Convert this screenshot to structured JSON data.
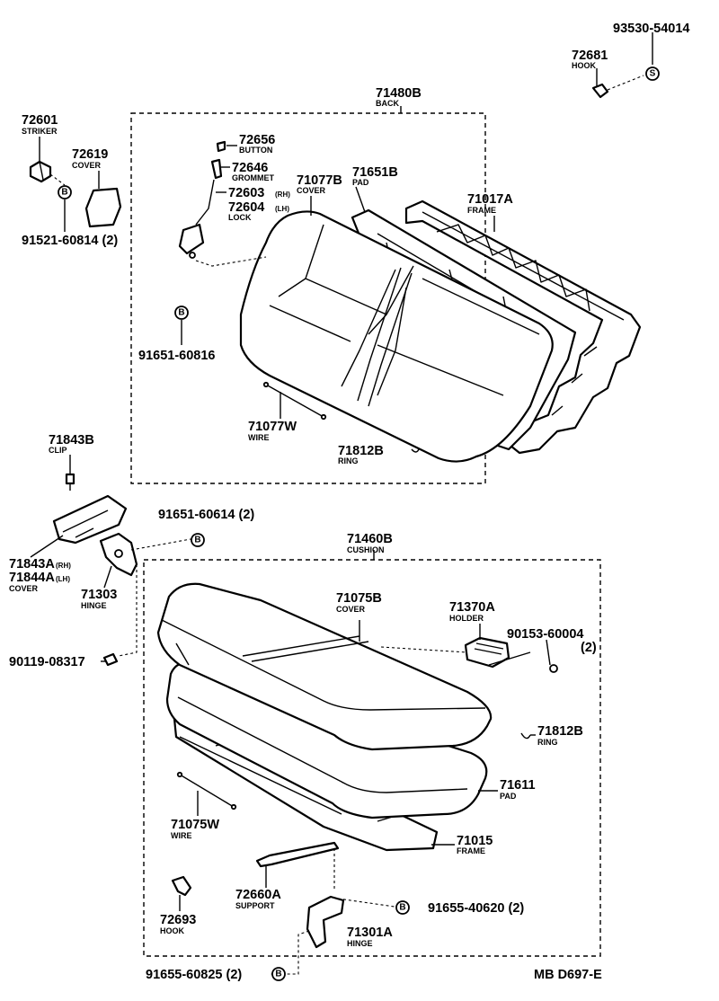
{
  "parts": {
    "back_assy": {
      "number": "71480B",
      "name": "BACK"
    },
    "cushion_assy": {
      "number": "71460B",
      "name": "CUSHION"
    },
    "hook_bolt": {
      "number": "93530-54014",
      "symbol": "S"
    },
    "hook_top": {
      "number": "72681",
      "name": "HOOK"
    },
    "striker": {
      "number": "72601",
      "name": "STRIKER"
    },
    "cover_small": {
      "number": "72619",
      "name": "COVER"
    },
    "bolt_striker": {
      "number": "91521-60814 (2)",
      "symbol": "B"
    },
    "button": {
      "number": "72656",
      "name": "BUTTON"
    },
    "grommet": {
      "number": "72646",
      "name": "GROMMET"
    },
    "lock_rh": {
      "number": "72603",
      "suffix": "(RH)"
    },
    "lock_lh": {
      "number": "72604",
      "suffix": "(LH)",
      "name": "LOCK"
    },
    "back_cover": {
      "number": "71077B",
      "name": "COVER"
    },
    "back_pad": {
      "number": "71651B",
      "name": "PAD"
    },
    "back_frame": {
      "number": "71017A",
      "name": "FRAME"
    },
    "bolt_lock": {
      "number": "91651-60816",
      "symbol": "B"
    },
    "back_wire": {
      "number": "71077W",
      "name": "WIRE"
    },
    "back_ring": {
      "number": "71812B",
      "name": "RING"
    },
    "clip": {
      "number": "71843B",
      "name": "CLIP"
    },
    "bolt_hinge": {
      "number": "91651-60614 (2)",
      "symbol": "B"
    },
    "cover_rh": {
      "number": "71843A",
      "suffix": "(RH)"
    },
    "cover_lh": {
      "number": "71844A",
      "suffix": "(LH)",
      "name": "COVER"
    },
    "hinge": {
      "number": "71303",
      "name": "HINGE"
    },
    "screw": {
      "number": "90119-08317"
    },
    "cushion_cover": {
      "number": "71075B",
      "name": "COVER"
    },
    "holder": {
      "number": "71370A",
      "name": "HOLDER"
    },
    "nut_holder": {
      "number": "90153-60004",
      "qty": "(2)"
    },
    "cushion_ring": {
      "number": "71812B",
      "name": "RING"
    },
    "cushion_pad": {
      "number": "71611",
      "name": "PAD"
    },
    "cushion_wire": {
      "number": "71075W",
      "name": "WIRE"
    },
    "cushion_frame": {
      "number": "71015",
      "name": "FRAME"
    },
    "support": {
      "number": "72660A",
      "name": "SUPPORT"
    },
    "bolt_hinge_lower": {
      "number": "91655-40620 (2)",
      "symbol": "B"
    },
    "hook_lower": {
      "number": "72693",
      "name": "HOOK"
    },
    "hinge_lower": {
      "number": "71301A",
      "name": "HINGE"
    },
    "bolt_bottom": {
      "number": "91655-60825 (2)",
      "symbol": "B"
    }
  },
  "diagram_code": "MB D697-E"
}
